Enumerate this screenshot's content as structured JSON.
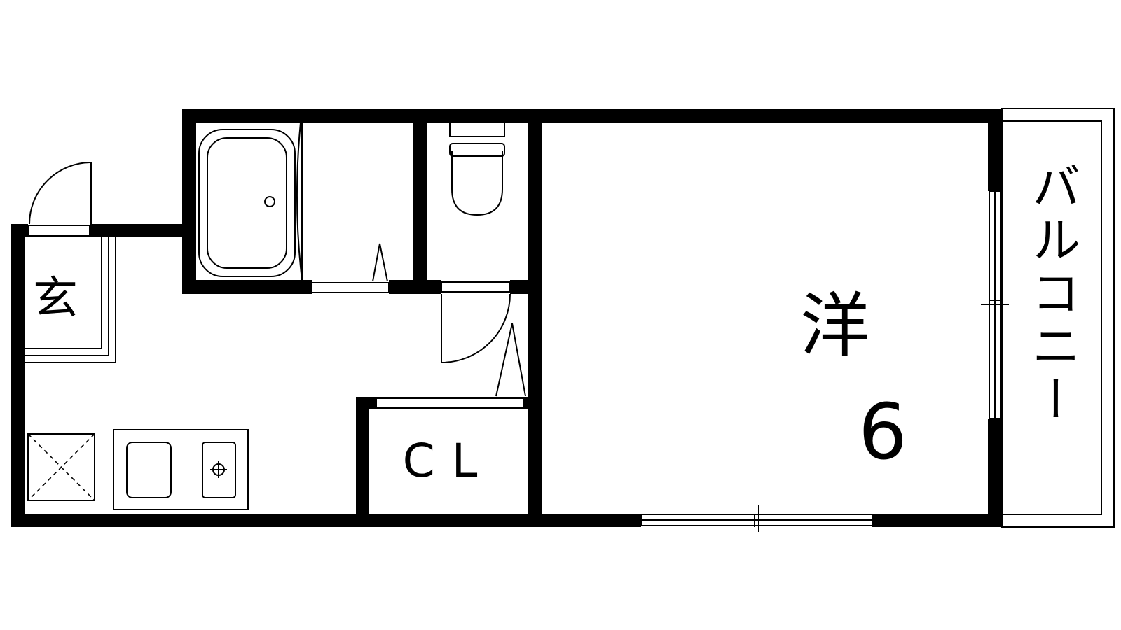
{
  "rooms": {
    "entrance": "玄",
    "western_room": "洋",
    "western_room_size": "6",
    "closet": "CL",
    "balcony": "バルコニー"
  },
  "colors": {
    "wall": "#000000",
    "background": "#ffffff"
  }
}
